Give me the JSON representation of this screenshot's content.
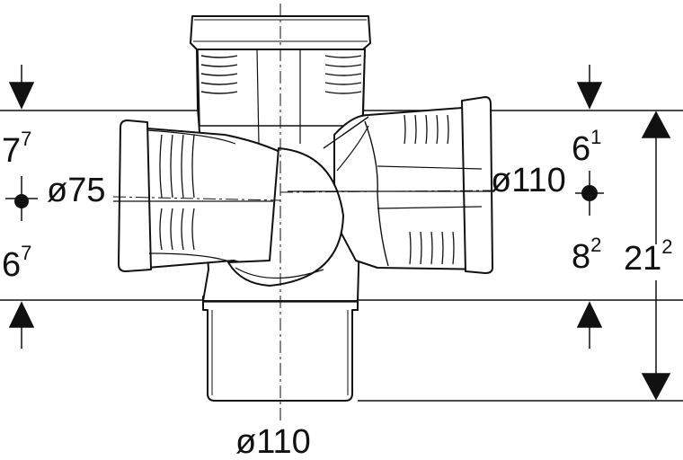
{
  "dimensions": {
    "top_branch_height": {
      "main": "7",
      "sup": "7"
    },
    "bottom_branch_height": {
      "main": "6",
      "sup": "7"
    },
    "right_top_height": {
      "main": "6",
      "sup": "1"
    },
    "right_bottom_height": {
      "main": "8",
      "sup": "2"
    },
    "total_height": {
      "main": "21",
      "sup": "2"
    }
  },
  "diameters": {
    "left_branch": "ø75",
    "right_branch": "ø110",
    "bottom_outlet": "ø110"
  }
}
